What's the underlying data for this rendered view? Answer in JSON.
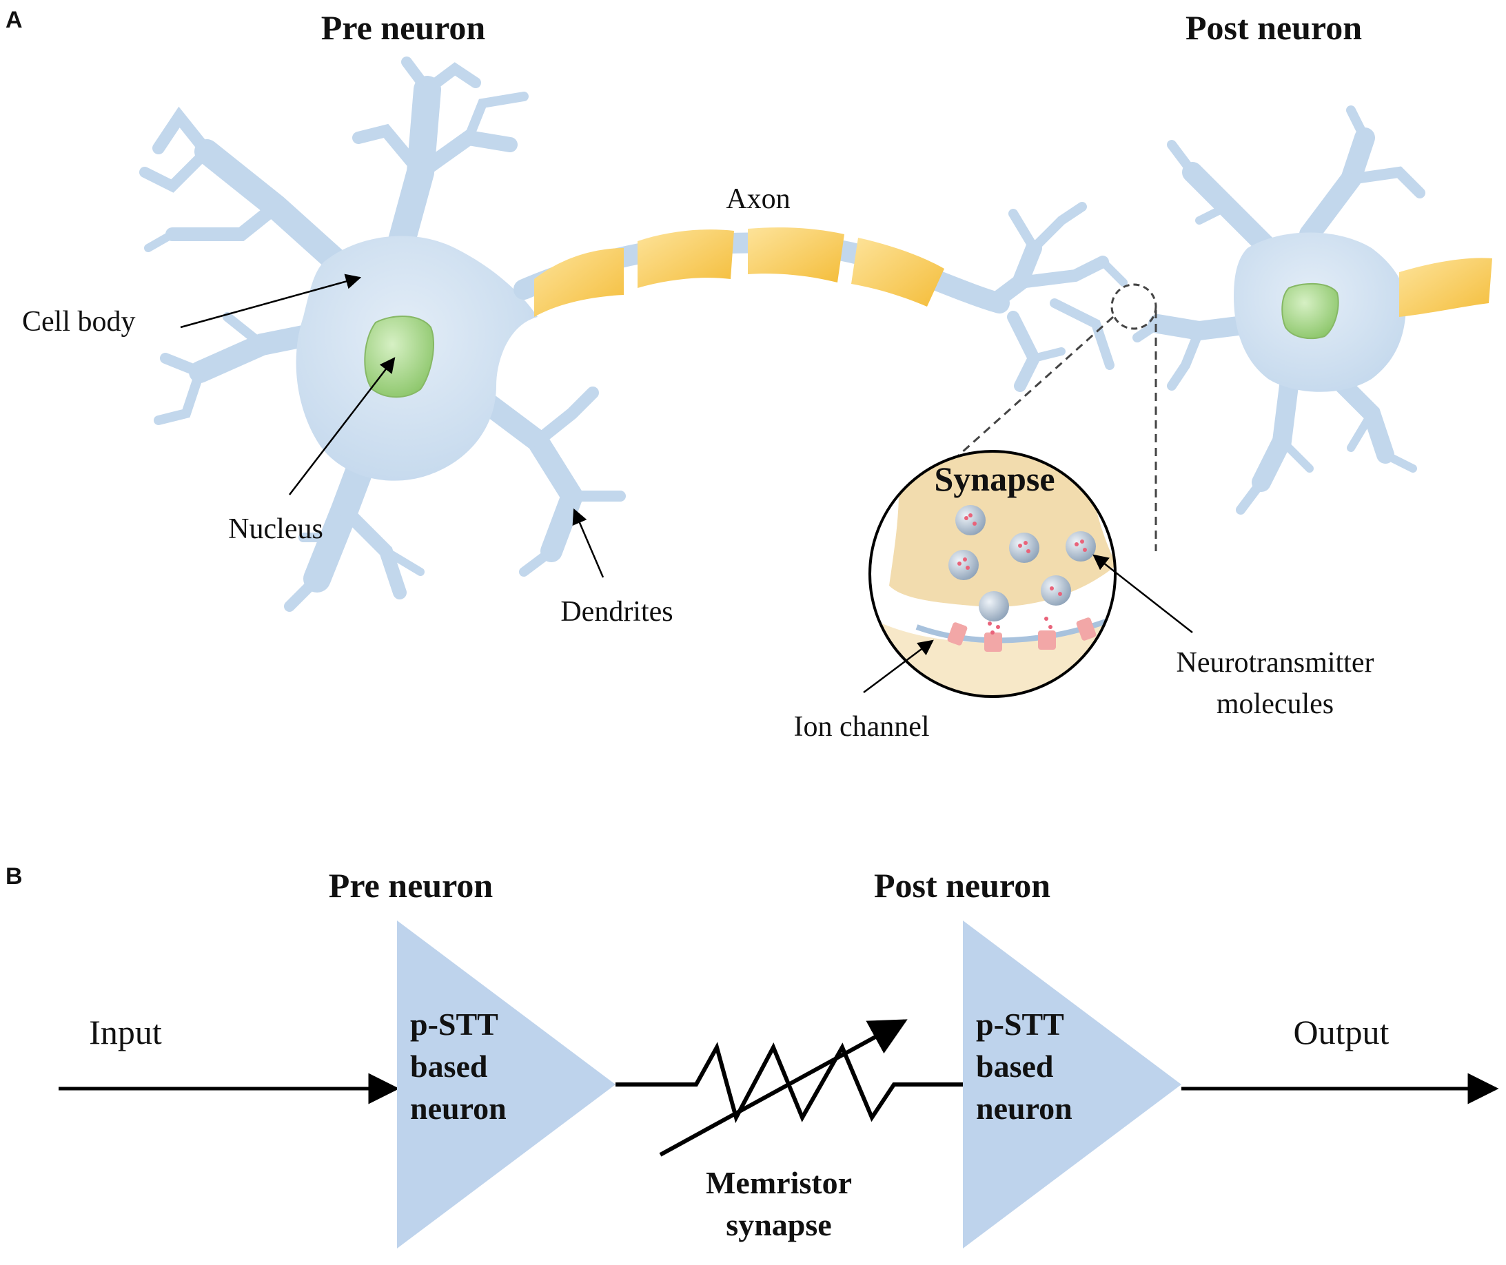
{
  "panel_a": {
    "letter": "A",
    "pre_title": "Pre neuron",
    "post_title": "Post neuron",
    "labels": {
      "cell_body": "Cell body",
      "nucleus": "Nucleus",
      "dendrites": "Dendrites",
      "axon": "Axon",
      "synapse": "Synapse",
      "ion_channel": "Ion channel",
      "neurotransmitter_line1": "Neurotransmitter",
      "neurotransmitter_line2": "molecules"
    }
  },
  "panel_b": {
    "letter": "B",
    "pre_title": "Pre neuron",
    "post_title": "Post neuron",
    "input": "Input",
    "output": "Output",
    "neuron_line1": "p-STT",
    "neuron_line2": "based",
    "neuron_line3": "neuron",
    "memristor_line1": "Memristor",
    "memristor_line2": "synapse"
  },
  "colors": {
    "neuron_fill": "#c9dcee",
    "myelin": "#f7c64a",
    "nucleus": "#9fd47f",
    "synapse_bg": "#f2dcae",
    "vesicle": "#b8c6d6",
    "block_fill": "#bed3ec"
  }
}
